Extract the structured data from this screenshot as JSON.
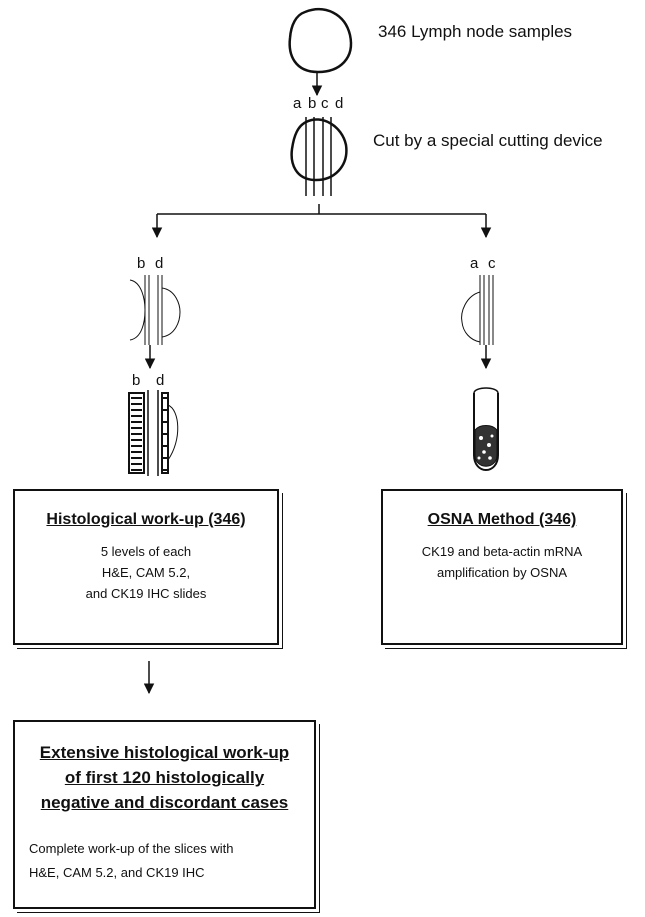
{
  "samples_label": "346 Lymph node samples",
  "cut_label": "Cut by a special cutting device",
  "cut_letters": [
    "a",
    "b",
    "c",
    "d"
  ],
  "left_branch_letters": [
    "b",
    "d"
  ],
  "right_branch_letters": [
    "a",
    "c"
  ],
  "left_slides_letters": [
    "b",
    "d"
  ],
  "histology_box": {
    "title": "Histological work-up (346)",
    "lines": [
      "5 levels of each",
      "H&E, CAM 5.2,",
      "and CK19 IHC slides"
    ]
  },
  "osna_box": {
    "title": "OSNA Method (346)",
    "lines": [
      "CK19 and beta-actin mRNA",
      "amplification by OSNA"
    ]
  },
  "extensive_box": {
    "title_lines": [
      "Extensive histological work-up",
      "of first 120 histologically",
      "negative and discordant cases"
    ],
    "body_lines": [
      "Complete work-up of the slices with",
      "H&E, CAM 5.2, and CK19 IHC"
    ]
  }
}
